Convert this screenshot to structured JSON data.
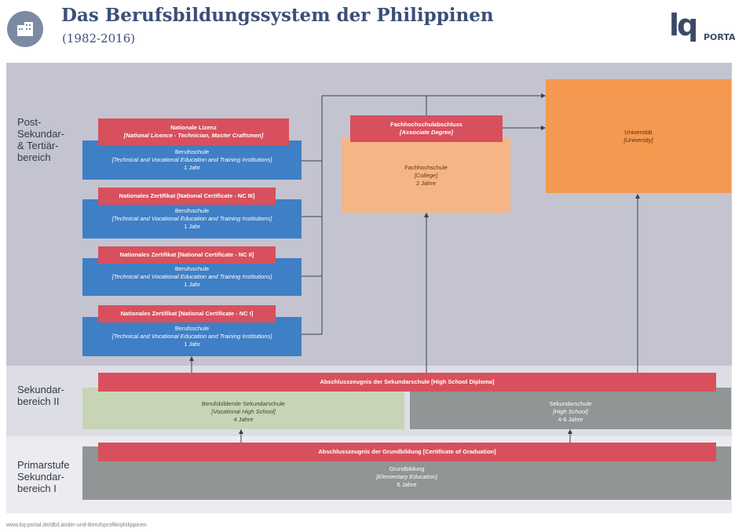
{
  "header": {
    "title": "Das Berufsbildungssystem der Philippinen",
    "subtitle": "(1982-2016)",
    "brand": "PORTA",
    "brand_mark": "lq"
  },
  "levels": {
    "post": "Post-\nSekundar-\n& Tertiär-\nbereich",
    "sek2": "Sekundar-\nbereich II",
    "prim": "Primarstufe\nSekundar-\nbereich I"
  },
  "boxes": {
    "nat_license": {
      "l1": "Nationale Lizenz",
      "l2": "[National Licence - Technician, Master Craftsmen]"
    },
    "school4": {
      "l1": "Berufsschule",
      "l2": "[Technical and Vocational Education and Training Institutions]",
      "l3": "1 Jahr"
    },
    "nc3": {
      "l1": "Nationales Zertifikat [National Certificate - NC III]"
    },
    "school3": {
      "l1": "Berufsschule",
      "l2": "[Technical and Vocational Education and Training Institutions]",
      "l3": "1 Jahr"
    },
    "nc2": {
      "l1": "Nationales Zertifikat [National Certificate - NC II]"
    },
    "school2": {
      "l1": "Berufsschule",
      "l2": "[Technical and Vocational Education and Training Institutions]",
      "l3": "1 Jahr"
    },
    "nc1": {
      "l1": "Nationales Zertifikat [National Certificate - NC I]"
    },
    "school1": {
      "l1": "Berufsschule",
      "l2": "[Technical and Vocational Education and Training Institutions]",
      "l3": "1 Jahr"
    },
    "assoc": {
      "l1": "Fachhochschulabschluss",
      "l2": "[Associate Degree]"
    },
    "college": {
      "l1": "Fachhochschule",
      "l2": "[College]",
      "l3": "2 Jahre"
    },
    "university": {
      "l1": "Universität",
      "l2": "[University]"
    },
    "hs_diploma": {
      "l1": "Abschlusszeugnis der Sekundarschule [High School Diploma]"
    },
    "voc_hs": {
      "l1": "Berufsbildende Sekundarschule",
      "l2": "[Vocational High School]",
      "l3": "4 Jahre"
    },
    "hs": {
      "l1": "Sekundarschule",
      "l2": "[High School]",
      "l3": "4-6 Jahre"
    },
    "cert_grad": {
      "l1": "Abschlusszeugnis der Grundbildung [Certificate of Graduation]"
    },
    "elementary": {
      "l1": "Grundbildung",
      "l2": "[Elementary Education]",
      "l3": "6 Jahre"
    }
  },
  "footer": "www.bq-portal.de/db/Länder-und-Berufsprofile/philippinen",
  "colors": {
    "red": "#d8505d",
    "blue": "#3f7fc6",
    "orange": "#f4994f",
    "light_orange": "#f6b585",
    "green": "#c7d4b5",
    "grey": "#909595"
  }
}
